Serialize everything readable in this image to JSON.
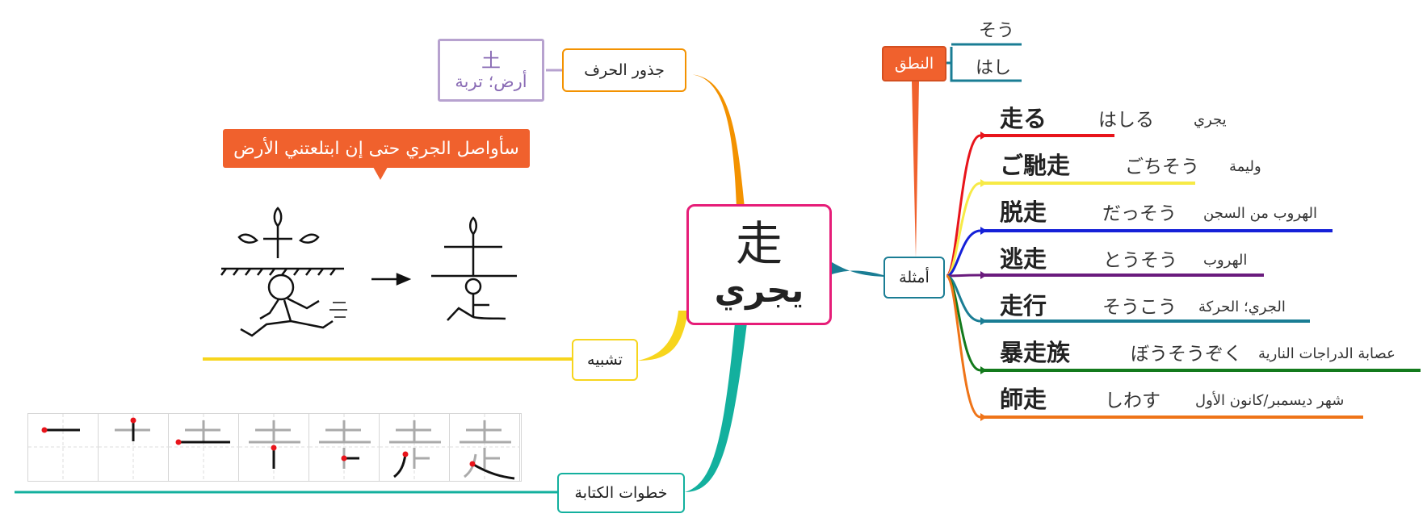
{
  "center": {
    "kanji": "走",
    "meaning": "يجري"
  },
  "roots": {
    "label": "جذور الحرف",
    "kanji": "土",
    "meaning": "أرض؛ تربة"
  },
  "analogy": {
    "label": "تشبيه",
    "caption": "سأواصل الجري حتى إن ابتلعتني الأرض"
  },
  "writing": {
    "label": "خطوات الكتابة",
    "step_count": 7
  },
  "examples_label": "أمثلة",
  "pronunciation": {
    "label": "النطق",
    "readings": [
      "そう",
      "はし"
    ]
  },
  "examples": [
    {
      "kanji": "走る",
      "reading": "はしる",
      "meaning": "يجري",
      "color": "#e8141b"
    },
    {
      "kanji": "ご馳走",
      "reading": "ごちそう",
      "meaning": "وليمة",
      "color": "#f7ea46"
    },
    {
      "kanji": "脱走",
      "reading": "だっそう",
      "meaning": "الهروب من السجن",
      "color": "#1520d8"
    },
    {
      "kanji": "逃走",
      "reading": "とうそう",
      "meaning": "الهروب",
      "color": "#6a1b7d"
    },
    {
      "kanji": "走行",
      "reading": "そうこう",
      "meaning": "الجري؛ الحركة",
      "color": "#1a7d94"
    },
    {
      "kanji": "暴走族",
      "reading": "ぼうそうぞく",
      "meaning": "عصابة الدراجات النارية",
      "color": "#137a1c"
    },
    {
      "kanji": "師走",
      "reading": "しわす",
      "meaning": "شهر ديسمبر/كانون الأول",
      "color": "#ef7418"
    }
  ],
  "colors": {
    "center_border": "#e61d78",
    "roots_branch": "#f39200",
    "analogy_branch": "#f7d51d",
    "writing_branch": "#13b09e",
    "examples_branch": "#1a7d94",
    "roots_box": "#b7a2cf",
    "callout": "#f0612d"
  }
}
